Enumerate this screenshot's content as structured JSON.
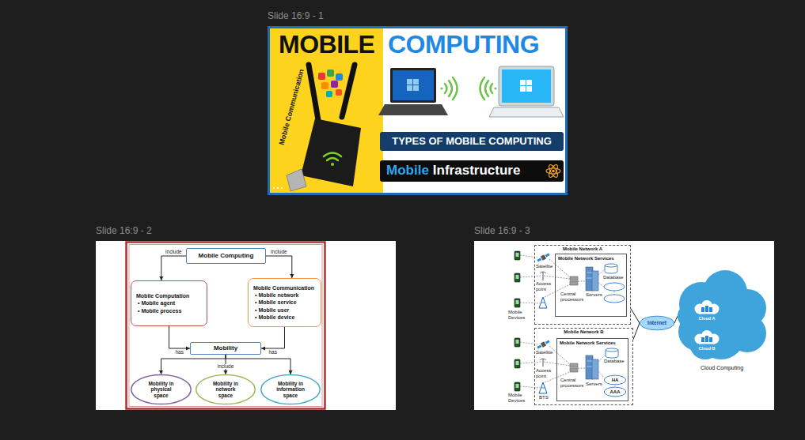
{
  "diagram": {
    "nodes": [
      {
        "text": [
          "Slide 16:9 - 1"
        ]
      },
      {
        "text": [
          "TYPES OF MOBILE COMPUTING"
        ],
        "in": 0
      },
      {
        "text": [
          "Mobile",
          "Infrastructure"
        ],
        "in": 0
      },
      {
        "text": [
          "Slide 16:9 - 2"
        ]
      },
      {
        "text": [
          "Mobile Computing"
        ],
        "in": 3
      },
      {
        "text": [
          "Mobile Computation",
          "• Mobile agent",
          "• Mobile process"
        ],
        "in": 3
      },
      {
        "text": [
          "Mobile Communication",
          "• Mobile network",
          "• Mobile service",
          "• Mobile user",
          "• Mobile device"
        ],
        "in": 3
      },
      {
        "text": [
          "Mobility"
        ],
        "in": 3
      },
      {
        "text": [
          "Mobility in physical space"
        ],
        "in": 3
      },
      {
        "text": [
          "Mobility in network space"
        ],
        "in": 3
      },
      {
        "text": [
          "Mobility in information space"
        ],
        "in": 3
      },
      {
        "text": [
          "Slide 16:9 - 3"
        ]
      },
      {
        "text": [
          "Mobile Network A"
        ],
        "in": 11
      },
      {
        "text": [
          "Mobile Network Services"
        ],
        "in": 12
      },
      {
        "text": [
          "Mobile Network B"
        ],
        "in": 11
      },
      {
        "text": [
          "Mobile Network Services"
        ],
        "in": 14
      },
      {
        "text": [
          "HA"
        ],
        "in": 15
      },
      {
        "text": [
          "AAA"
        ],
        "in": 15
      },
      {
        "text": [
          "Internet"
        ],
        "in": 11
      },
      {
        "text": [
          "Cloud Computing"
        ],
        "in": 11
      },
      {
        "text": [
          "Cloud A"
        ],
        "in": 19
      },
      {
        "text": [
          "Cloud B"
        ],
        "in": 19
      }
    ],
    "edges": [
      {
        "from": 4,
        "to": 5,
        "label": "include",
        "arrow": "to"
      },
      {
        "from": 4,
        "to": 6,
        "label": "include",
        "arrow": "to"
      },
      {
        "from": 5,
        "to": 7,
        "label": "has",
        "arrow": "to"
      },
      {
        "from": 6,
        "to": 7,
        "label": "has",
        "arrow": "to"
      },
      {
        "from": 7,
        "to": 8,
        "arrow": "to"
      },
      {
        "from": 7,
        "to": 9,
        "label": "include",
        "arrow": "to"
      },
      {
        "from": 7,
        "to": 10,
        "arrow": "to"
      },
      {
        "from": 12,
        "to": 18,
        "arrow": "none"
      },
      {
        "from": 14,
        "to": 18,
        "arrow": "none"
      },
      {
        "from": 18,
        "to": 19,
        "arrow": "none"
      }
    ],
    "labels": [
      "MOBILE",
      "COMPUTING",
      "Mobile Communication",
      "Satellite",
      "Access point",
      "Central processors",
      "Servers",
      "Database",
      "Mobile Devices",
      "Satellite",
      "Access point",
      "BTS",
      "Central processors",
      "Servers",
      "Database",
      "Mobile Devices"
    ]
  }
}
